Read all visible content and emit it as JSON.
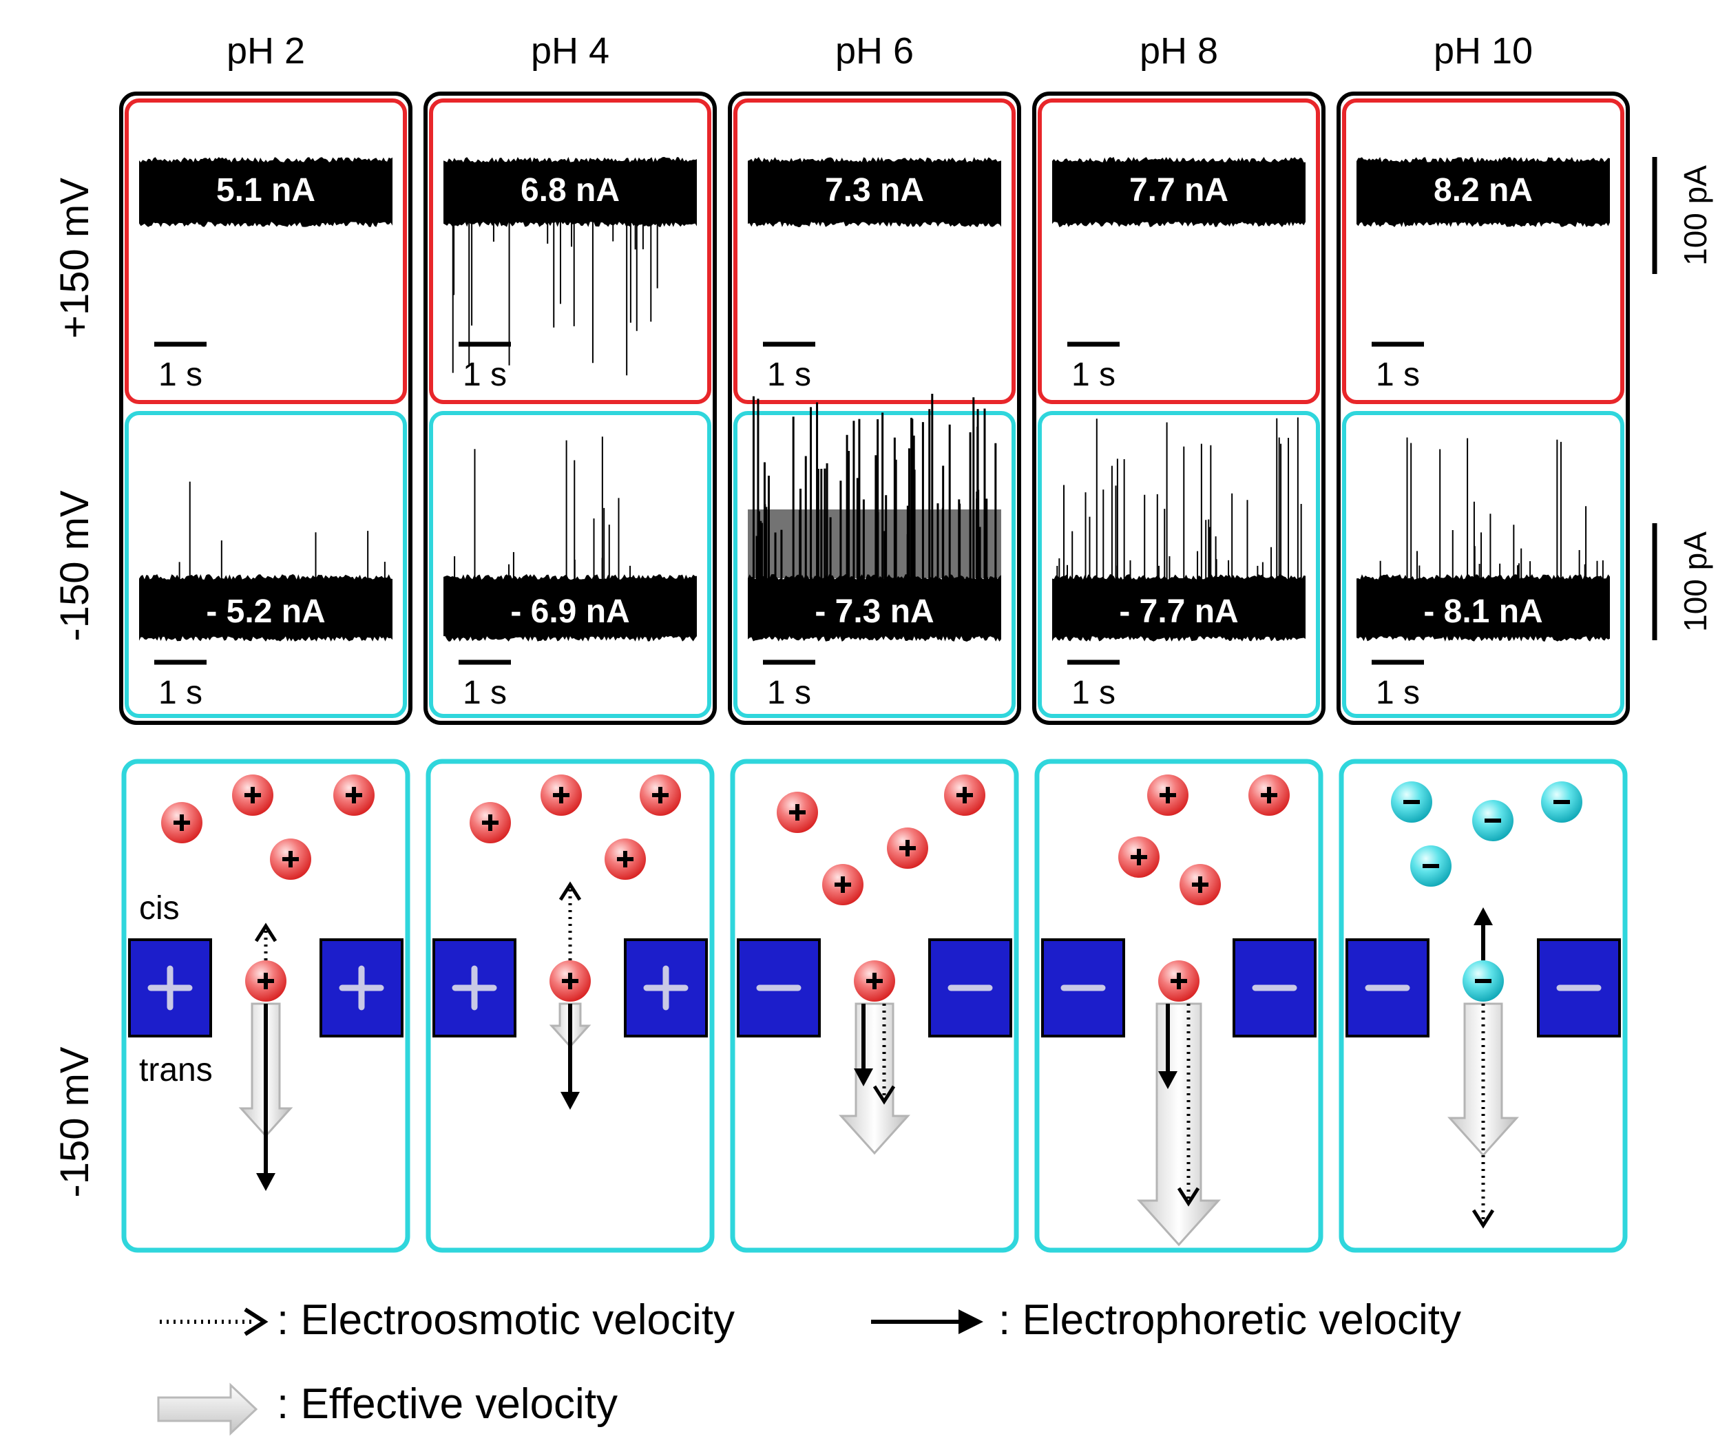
{
  "columns": [
    {
      "ph": "pH 2",
      "pos_current": "5.1 nA",
      "neg_current": "- 5.2 nA",
      "wall_charge": "+",
      "ion_charge": "+"
    },
    {
      "ph": "pH 4",
      "pos_current": "6.8 nA",
      "neg_current": "- 6.9 nA",
      "wall_charge": "+",
      "ion_charge": "+"
    },
    {
      "ph": "pH 6",
      "pos_current": "7.3 nA",
      "neg_current": "- 7.3 nA",
      "wall_charge": "−",
      "ion_charge": "+"
    },
    {
      "ph": "pH 8",
      "pos_current": "7.7 nA",
      "neg_current": "- 7.7 nA",
      "wall_charge": "−",
      "ion_charge": "+"
    },
    {
      "ph": "pH 10",
      "pos_current": "8.2 nA",
      "neg_current": "- 8.1 nA",
      "wall_charge": "−",
      "ion_charge": "−"
    }
  ],
  "row_labels": {
    "positive_bias": "+150 mV",
    "negative_bias": "-150 mV",
    "schematic_bias": "-150 mV"
  },
  "time_scale_label": "1 s",
  "current_scale_label": "100 pA",
  "side_labels": {
    "cis": "cis",
    "trans": "trans"
  },
  "legend": {
    "electroosmotic": ": Electroosmotic velocity",
    "electrophoretic": ": Electrophoretic velocity",
    "effective": ": Effective velocity"
  },
  "colors": {
    "positive_frame": "#e8262a",
    "negative_frame": "#2fd6dc",
    "wall": "#1c1ecb",
    "cation": "#f25a5a",
    "anion": "#33d4de",
    "trace": "#000000"
  }
}
